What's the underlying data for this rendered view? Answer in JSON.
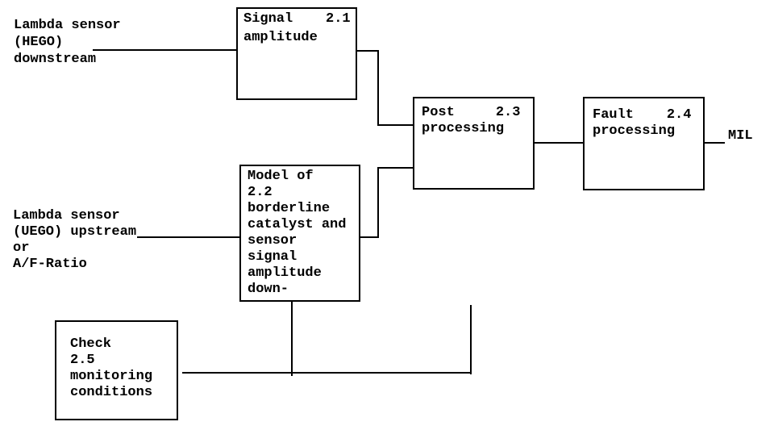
{
  "colors": {
    "ink": "#000000",
    "paper": "#ffffff"
  },
  "inputs": {
    "hego": [
      "Lambda sensor",
      "(HEGO)",
      "downstream"
    ],
    "uego": [
      "Lambda sensor",
      "(UEGO) upstream",
      "or",
      "A/F-Ratio"
    ]
  },
  "boxes": {
    "signal": {
      "lines": [
        "Signal    2.1",
        "amplitude"
      ]
    },
    "model": {
      "lines": [
        "Model of",
        "2.2",
        "borderline",
        "catalyst and",
        "sensor",
        "signal",
        "amplitude",
        "down-"
      ]
    },
    "post": {
      "lines": [
        "Post     2.3",
        "processing"
      ]
    },
    "fault": {
      "lines": [
        "Fault    2.4",
        "processing"
      ]
    },
    "check": {
      "lines": [
        "Check",
        "2.5",
        "monitoring",
        "conditions"
      ]
    }
  },
  "output": {
    "mil": "MIL"
  }
}
